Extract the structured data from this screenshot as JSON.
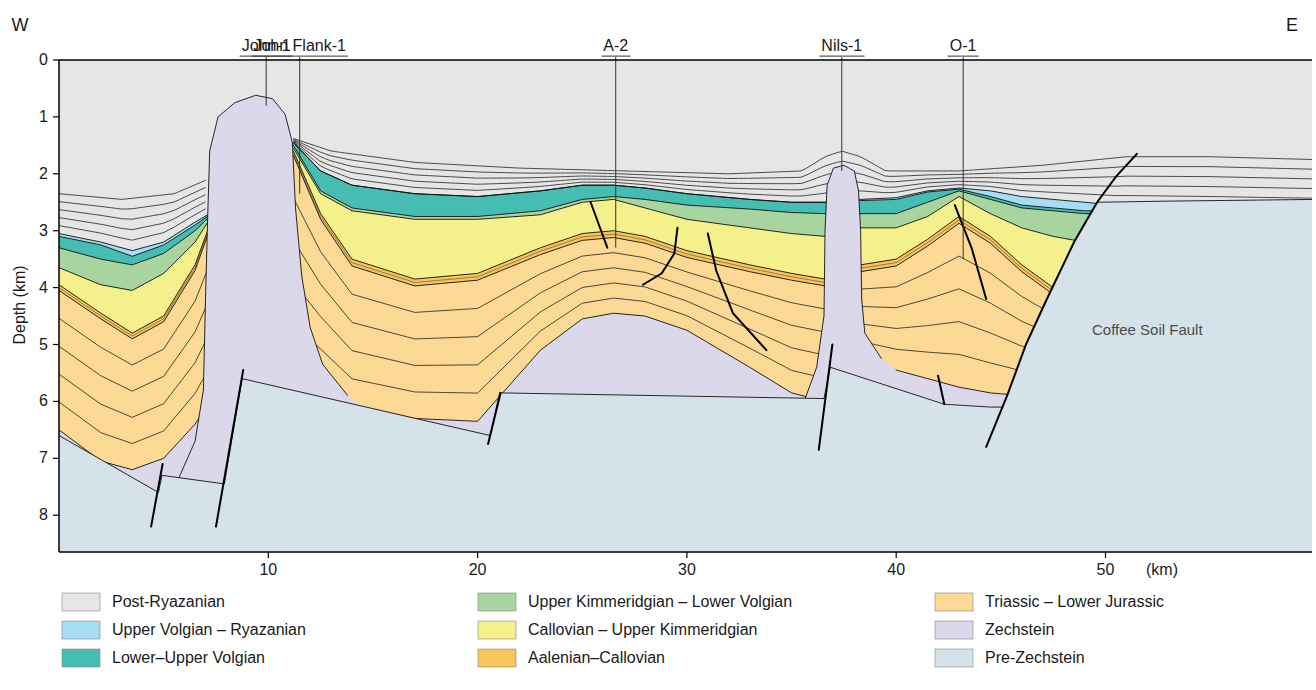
{
  "diagram": {
    "labels": [
      "W",
      "E",
      "John-1",
      "John Flank-1",
      "A-2",
      "Nils-1",
      "O-1",
      "0",
      "1",
      "2",
      "3",
      "4",
      "5",
      "6",
      "7",
      "8",
      "Depth (km)",
      "10",
      "20",
      "30",
      "40",
      "50",
      "(km)",
      "Coffee Soil Fault"
    ],
    "legend": [
      {
        "text": "Post-Ryazanian",
        "color": "#e6e6e6"
      },
      {
        "text": "Upper Volgian – Ryazanian",
        "color": "#a6dcf5"
      },
      {
        "text": "Lower–Upper Volgian",
        "color": "#45bdb3"
      },
      {
        "text": "Upper Kimmeridgian – Lower Volgian",
        "color": "#a8d59f"
      },
      {
        "text": "Callovian – Upper Kimmeridgian",
        "color": "#f4f08c"
      },
      {
        "text": "Aalenian–Callovian",
        "color": "#f8c45c"
      },
      {
        "text": "Triassic – Lower Jurassic",
        "color": "#fcd994"
      },
      {
        "text": "Zechstein",
        "color": "#dcd8ec"
      },
      {
        "text": "Pre-Zechstein",
        "color": "#d5e2ea"
      }
    ]
  }
}
